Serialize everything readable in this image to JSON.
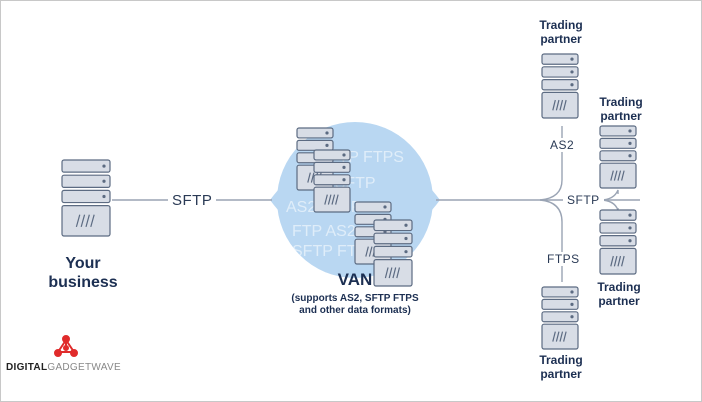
{
  "nodes": {
    "your_business": {
      "line1": "Your",
      "line2": "business"
    },
    "van": {
      "title": "VAN",
      "subtitle_line1": "(supports AS2, SFTP FTPS",
      "subtitle_line2": "and other data formats)",
      "watermark_lines": [
        "SFTP FTPS",
        "AS2 SFTP",
        "AS2 SFTP",
        "FTP AS2"
      ]
    },
    "partners": [
      {
        "line1": "Trading",
        "line2": "partner"
      },
      {
        "line1": "Trading",
        "line2": "partner"
      },
      {
        "line1": "Trading",
        "line2": "partner"
      },
      {
        "line1": "Trading",
        "line2": "partner"
      }
    ]
  },
  "connections": {
    "business_to_van": "SFTP",
    "to_top_partner": "AS2",
    "to_right_partners": "SFTP",
    "to_bottom_partner": "FTPS"
  },
  "logo": {
    "part1": "DIGITAL",
    "part2": "GADGETWAVE"
  },
  "colors": {
    "server_fill": "#d8dde6",
    "server_stroke": "#5c6b82",
    "line": "#9aa4b4",
    "van_blob": "#b9d7f2",
    "label": "#1c2f52",
    "logo_red": "#e02b2b"
  }
}
